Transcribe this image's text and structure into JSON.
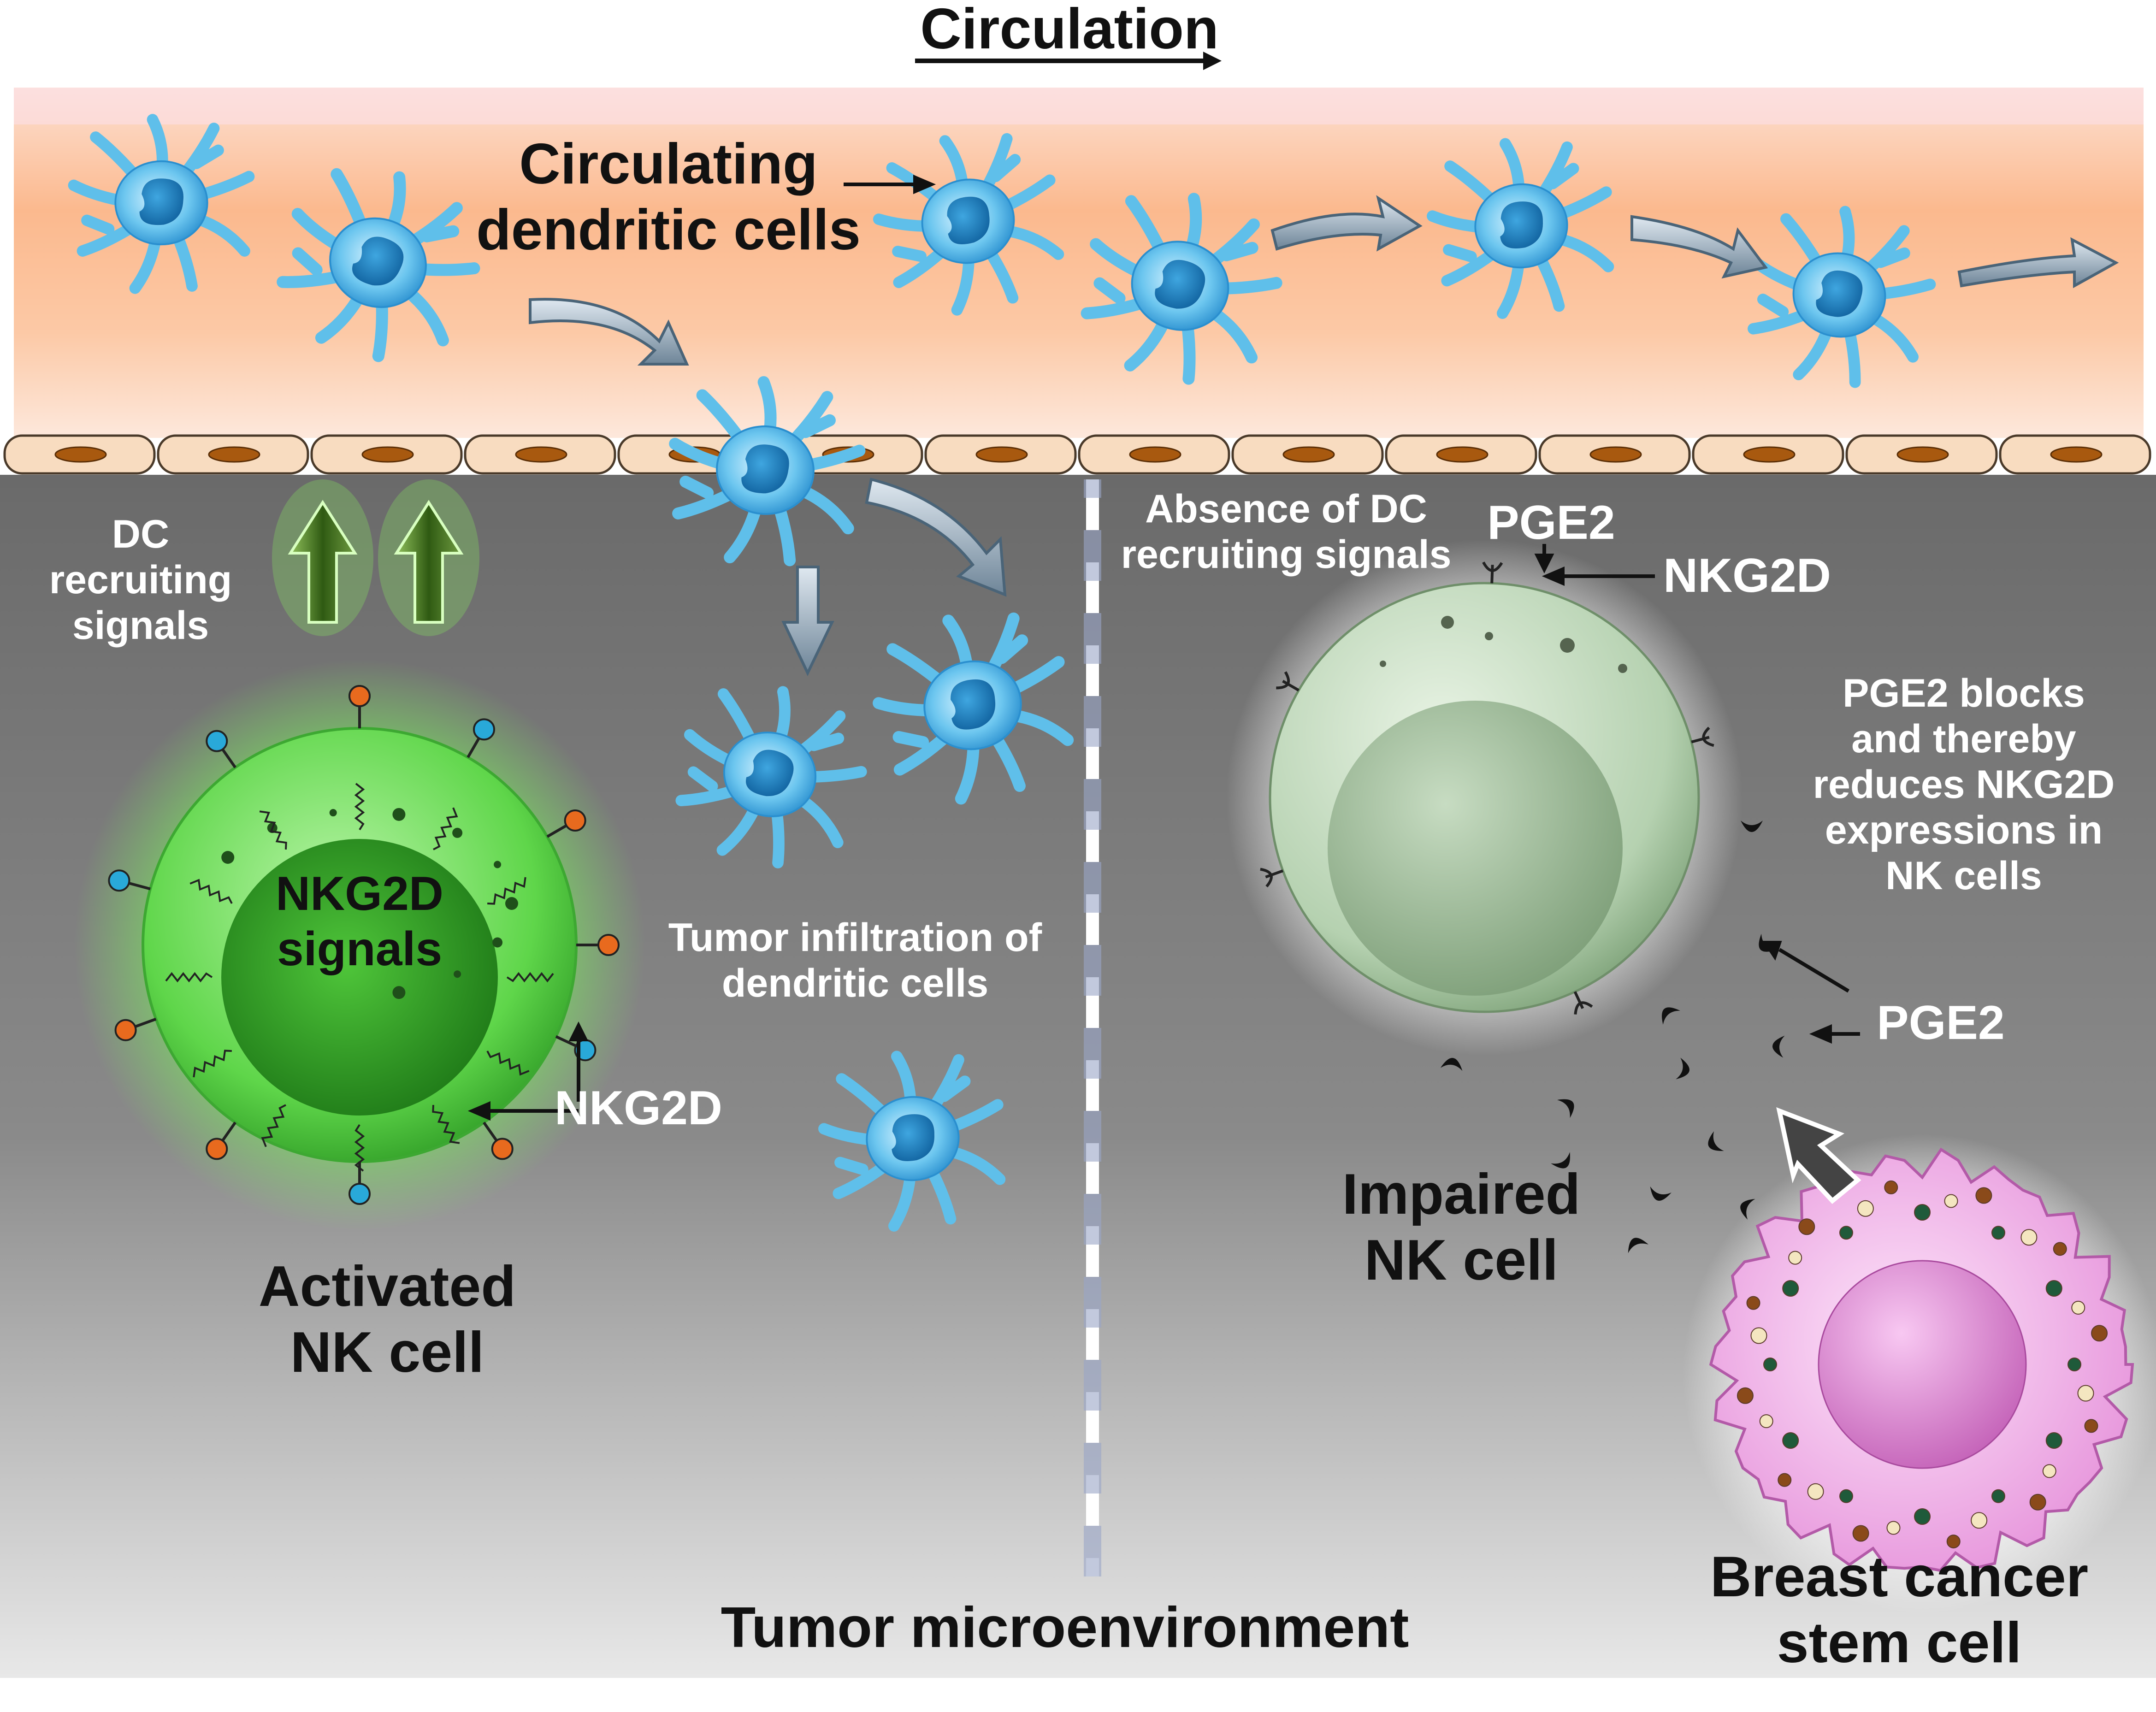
{
  "header": {
    "circulation": "Circulation"
  },
  "vessel": {
    "dc_label_line1": "Circulating",
    "dc_label_line2": "dendritic cells"
  },
  "left": {
    "dc_signals": [
      "DC",
      "recruiting",
      "signals"
    ],
    "nkg2d_signals": [
      "NKG2D",
      "signals"
    ],
    "nkg2d_label": "NKG2D",
    "activated_title": [
      "Activated",
      "NK cell"
    ],
    "infiltration": [
      "Tumor infiltration  of",
      "dendritic cells"
    ]
  },
  "right": {
    "absence": [
      "Absence of DC",
      "recruiting signals"
    ],
    "pge2_top": "PGE2",
    "nkg2d_top": "NKG2D",
    "pge2_note": [
      "PGE2 blocks",
      "and thereby",
      "reduces NKG2D",
      "expressions in",
      "NK cells"
    ],
    "pge2_mid": "PGE2",
    "impaired_title": [
      "Impaired",
      "NK cell"
    ],
    "bcsc_title": [
      "Breast cancer",
      "stem cell"
    ]
  },
  "footer": {
    "tumor_microenvironment": "Tumor microenvironment"
  },
  "colors": {
    "dc_blue": "#4fb8e8",
    "nk_active_green": "#5fd64a",
    "nk_impaired_green": "#b9d4b4",
    "cancer_pink": "#f2b6ec",
    "tme_gray": "#7f7f7f",
    "vessel_orange": "#fbc3a0",
    "receptor_orange": "#e86a1e",
    "receptor_blue": "#29a9d9"
  },
  "icons": [
    "dendritic-cell-icon",
    "nk-cell-icon",
    "cancer-stem-cell-icon",
    "receptor-icon",
    "pge2-molecule-icon",
    "arrow-icon"
  ]
}
